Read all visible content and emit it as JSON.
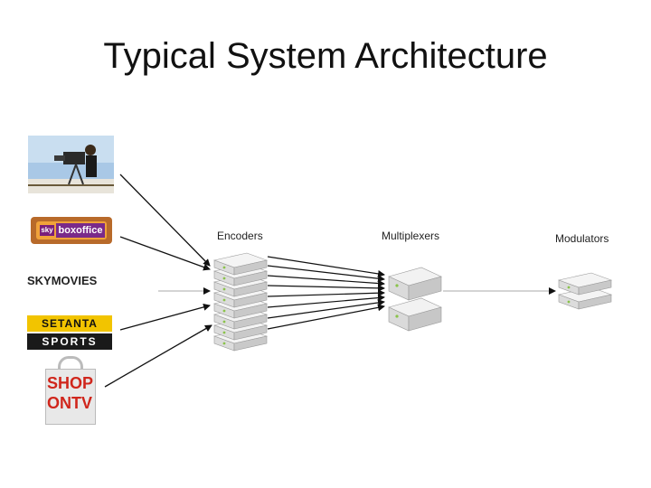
{
  "slide": {
    "title": "Typical System Architecture"
  },
  "labels": {
    "encoders": "Encoders",
    "multiplexers": "Multiplexers",
    "modulators": "Modulators"
  },
  "logos": {
    "boxoffice_sky": "sky",
    "boxoffice_text": "boxoffice",
    "skymovies": "SKYMOVIES",
    "setanta_top": "SETANTA",
    "setanta_bottom": "SPORTS",
    "shop_line1": "SHOP",
    "shop_line2": "ONTV"
  },
  "colors": {
    "server_body": "#e6e6e6",
    "server_side": "#c8c8c8",
    "server_led": "#8ac34a",
    "arrow": "#111111"
  }
}
